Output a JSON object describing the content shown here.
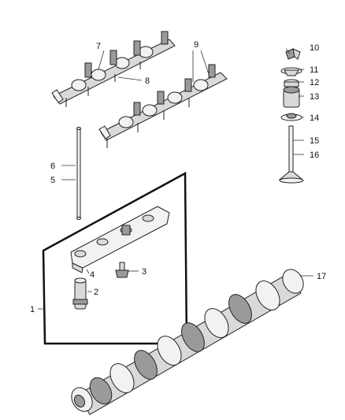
{
  "callouts": [
    {
      "id": "1",
      "label": "1"
    },
    {
      "id": "2",
      "label": "2"
    },
    {
      "id": "3",
      "label": "3"
    },
    {
      "id": "4",
      "label": "4"
    },
    {
      "id": "5",
      "label": "5"
    },
    {
      "id": "6",
      "label": "6"
    },
    {
      "id": "7",
      "label": "7"
    },
    {
      "id": "8",
      "label": "8"
    },
    {
      "id": "9",
      "label": "9"
    },
    {
      "id": "10",
      "label": "10"
    },
    {
      "id": "11",
      "label": "11"
    },
    {
      "id": "12",
      "label": "12"
    },
    {
      "id": "13",
      "label": "13"
    },
    {
      "id": "14",
      "label": "14"
    },
    {
      "id": "15",
      "label": "15"
    },
    {
      "id": "16",
      "label": "16"
    },
    {
      "id": "17",
      "label": "17"
    }
  ],
  "colors": {
    "line": "#222222",
    "fill": "#d9d9d9",
    "background": "#ffffff"
  }
}
